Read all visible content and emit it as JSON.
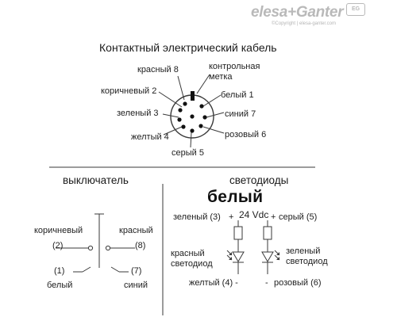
{
  "brand": {
    "logo": "elesa+Ganter",
    "copyright": "©Copyright | elesa-ganter.com",
    "badge": "EG"
  },
  "title": "Контактный электрический кабель",
  "connector": {
    "labels": {
      "red8": "красный 8",
      "marker": "контрольная\nметка",
      "brown2": "коричневый 2",
      "white1": "белый 1",
      "green3": "зеленый 3",
      "blue7": "синий 7",
      "yellow4": "желтый 4",
      "pink6": "розовый 6",
      "gray5": "серый 5"
    }
  },
  "switch_section": {
    "title": "выключатель",
    "brown": "коричневый",
    "brown_num": "(2)",
    "red": "красный",
    "red_num": "(8)",
    "white_num": "(1)",
    "white": "белый",
    "blue_num": "(7)",
    "blue": "синий"
  },
  "led_section": {
    "title": "светодиоды",
    "color": "белый",
    "green": "зеленый (3)",
    "plus_left": "+",
    "voltage": "24 Vdc",
    "plus_right": "+",
    "gray": "серый (5)",
    "red_led": "красный\nсветодиод",
    "green_led": "зеленый\nсветодиод",
    "yellow": "желтый (4) -",
    "minus": "-",
    "pink": "розовый (6)"
  },
  "colors": {
    "line": "#3a3a3a",
    "text": "#1e1e1e",
    "logo": "#b9b9b9"
  }
}
